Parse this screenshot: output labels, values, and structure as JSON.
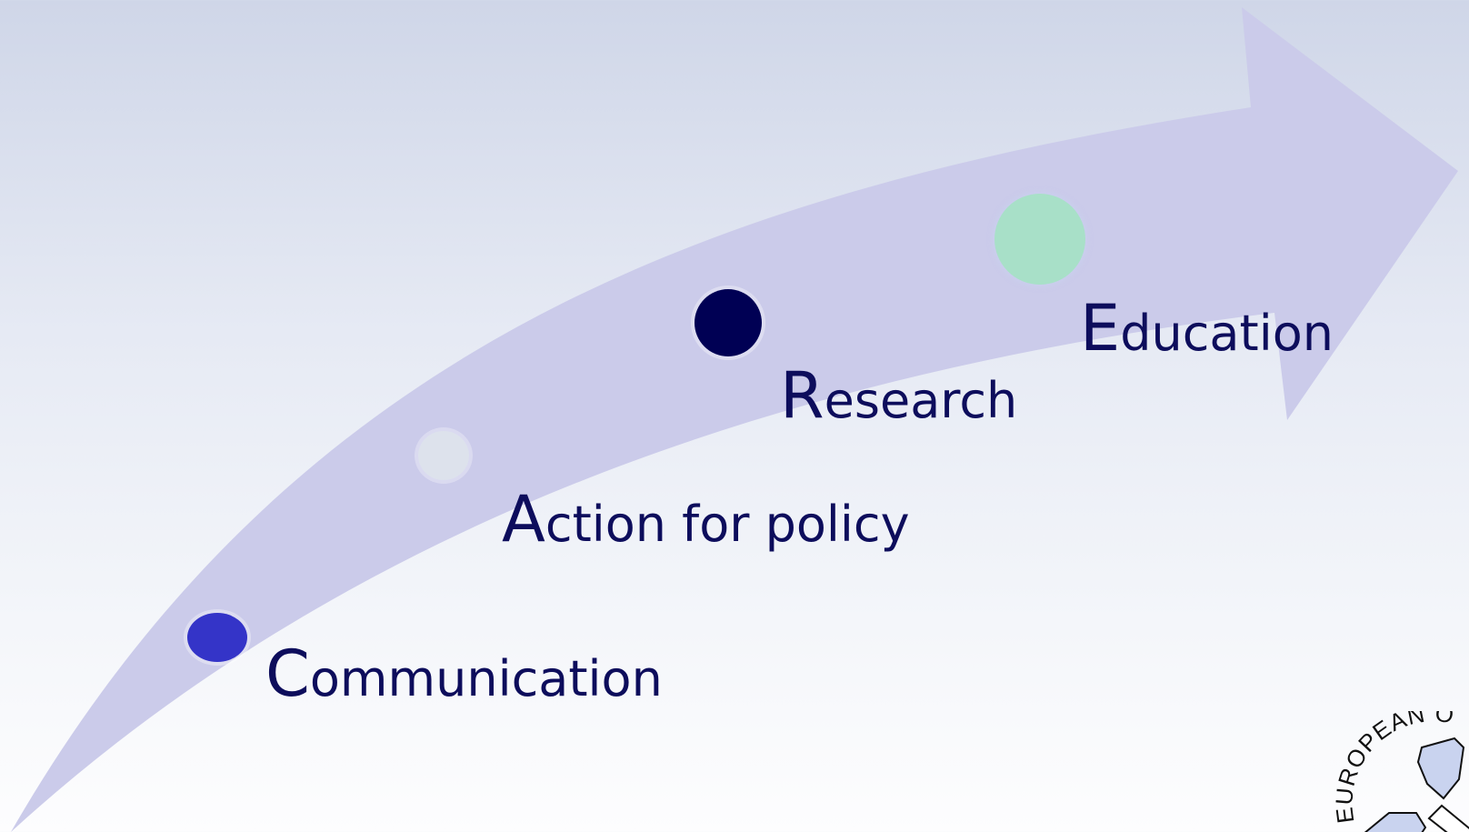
{
  "steps": [
    {
      "initial": "C",
      "rest": "ommunication",
      "dot_color": "#3434c8"
    },
    {
      "initial": "A",
      "rest": "ction for policy",
      "dot_color": "#dde2ec"
    },
    {
      "initial": "R",
      "rest": "esearch",
      "dot_color": "#000054"
    },
    {
      "initial": "E",
      "rest": "ducation",
      "dot_color": "#a8e0c8"
    }
  ],
  "logo": {
    "text": "EUROPEAN O",
    "icon": "seal-logo"
  },
  "colors": {
    "arrow": "#cbcbea",
    "text": "#0d0d5c"
  }
}
